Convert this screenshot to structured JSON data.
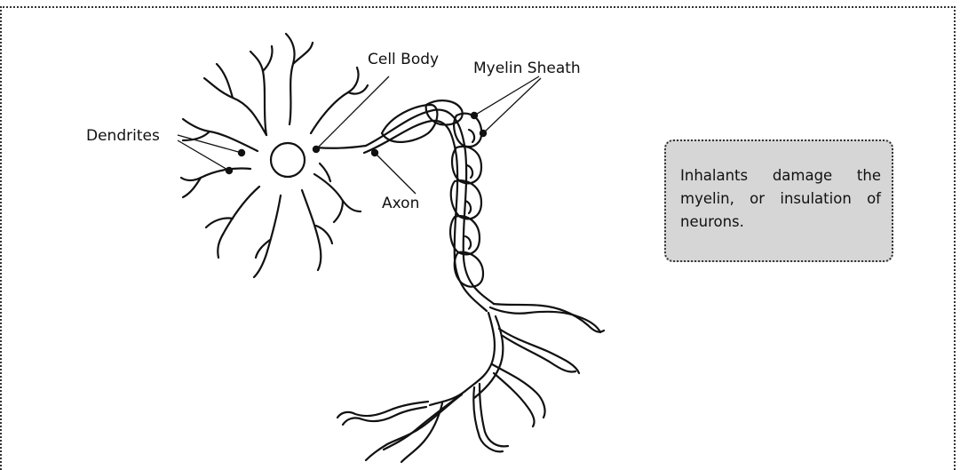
{
  "labels": {
    "dendrites": "Dendrites",
    "cell_body": "Cell Body",
    "myelin_sheath": "Myelin Sheath",
    "axon": "Axon"
  },
  "note": {
    "text": "Inhalants damage the myelin, or insulation of neurons."
  }
}
